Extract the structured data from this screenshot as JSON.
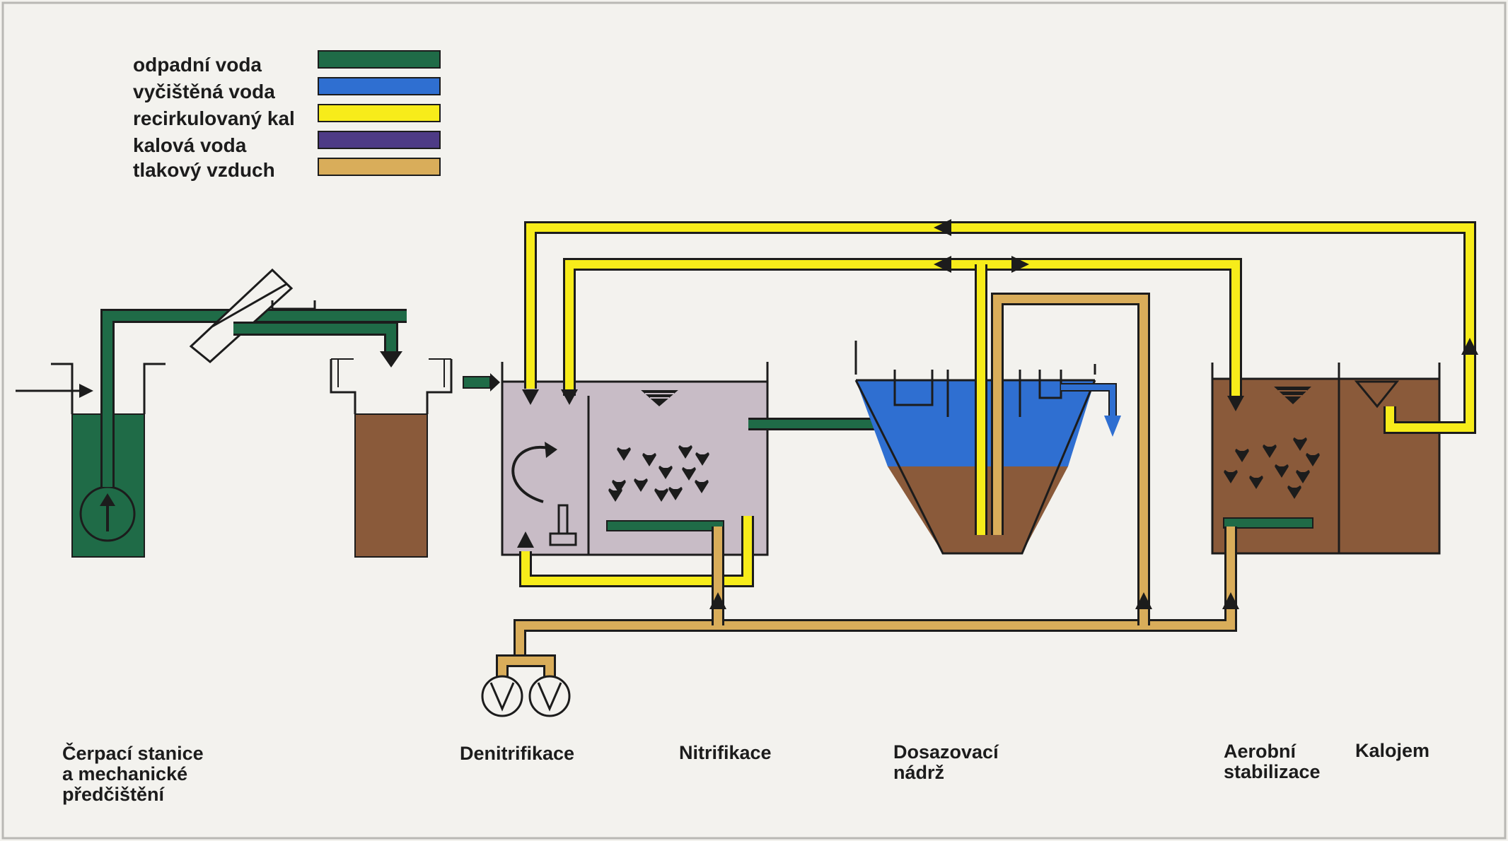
{
  "legend": [
    {
      "label": "odpadní voda",
      "color": "#1f6b47"
    },
    {
      "label": "vyčištěná voda",
      "color": "#2f6fd1"
    },
    {
      "label": "recirkulovaný kal",
      "color": "#f7ec1a"
    },
    {
      "label": "kalová voda",
      "color": "#4e3b86"
    },
    {
      "label": "tlakový vzduch",
      "color": "#d9ad5a"
    }
  ],
  "stages": {
    "pumping": {
      "line1": "Čerpací stanice",
      "line2": "a mechanické",
      "line3": "předčištění"
    },
    "denitrification": {
      "line1": "Denitrifikace"
    },
    "nitrification": {
      "line1": "Nitrifikace"
    },
    "settling": {
      "line1": "Dosazovací",
      "line2": "nádrž"
    },
    "aerobic": {
      "line1": "Aerobní",
      "line2": "stabilizace"
    },
    "sludge": {
      "line1": "Kalojem"
    }
  },
  "colors": {
    "background": "#f3f2ee",
    "wastewater": "#1f6b47",
    "clean_water": "#2f6fd1",
    "sludge_recirc": "#f7ec1a",
    "sludge_water": "#4e3b86",
    "air": "#d9ad5a",
    "sludge_fill": "#8a5a3a",
    "tank_fill": "#c8bcc6",
    "outline": "#1c1c1c"
  }
}
